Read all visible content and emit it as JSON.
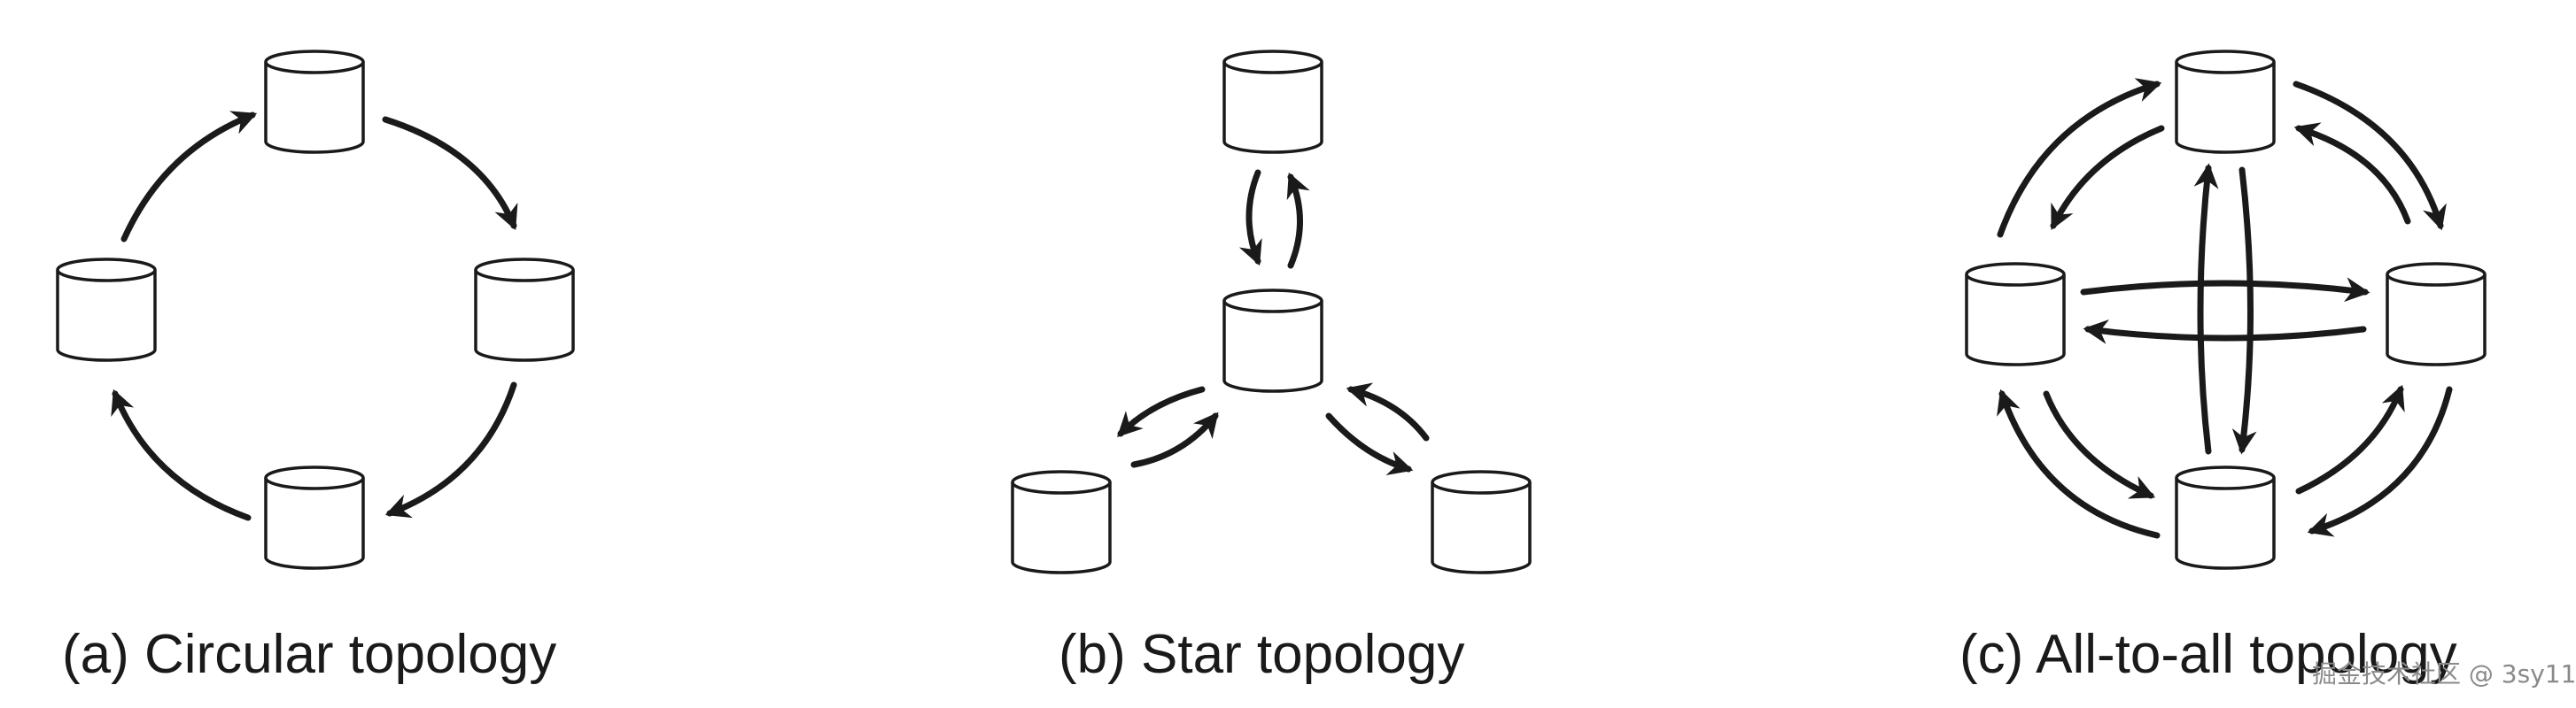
{
  "captions": {
    "a": "(a) Circular topology",
    "b": "(b) Star topology",
    "c": "(c) All-to-all topology"
  },
  "watermark": "掘金技术社区 @ 3sy11",
  "colors": {
    "stroke": "#1a1a1a",
    "fill": "#ffffff",
    "watermark": "#8a8a8a"
  }
}
